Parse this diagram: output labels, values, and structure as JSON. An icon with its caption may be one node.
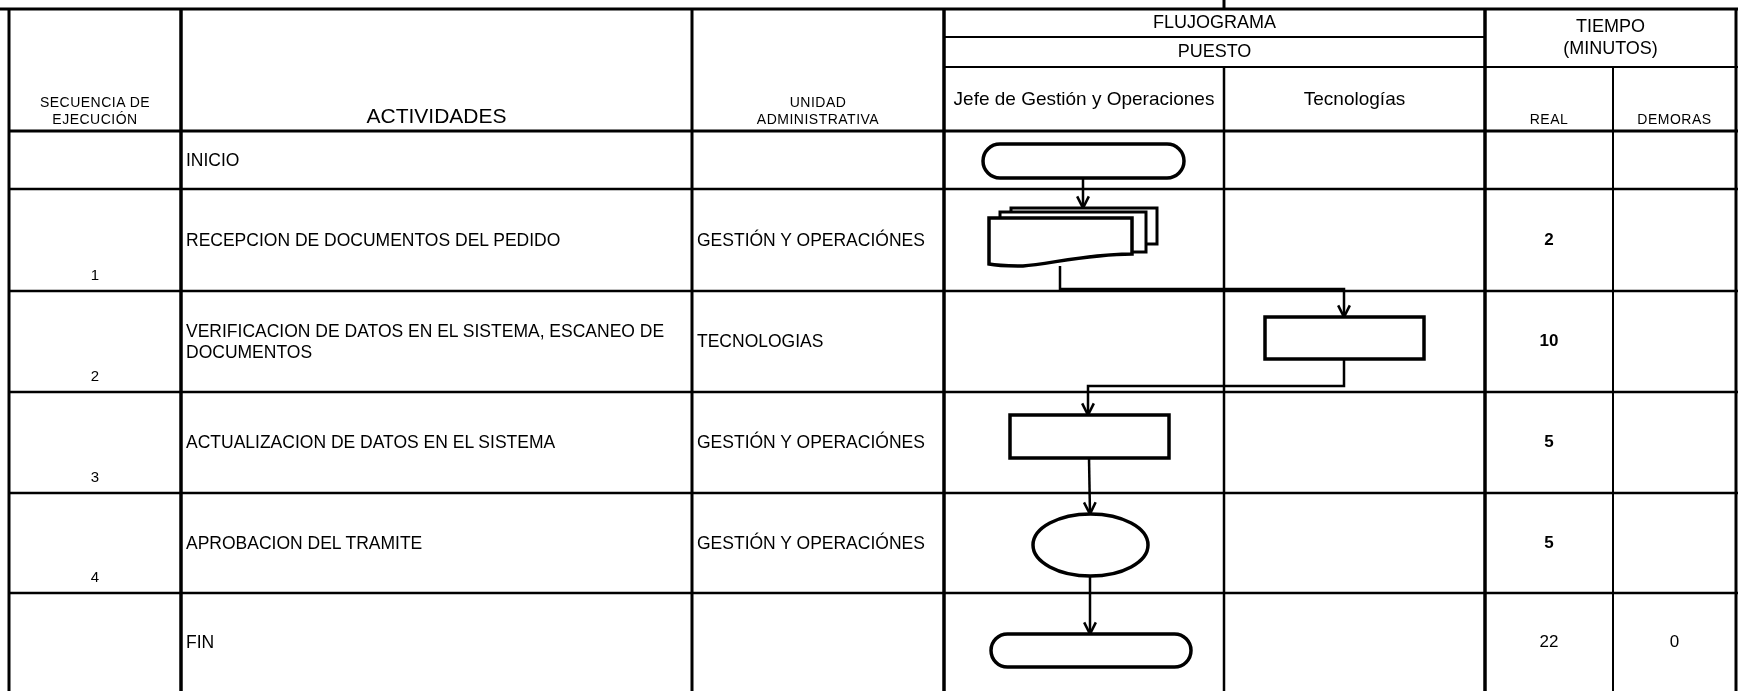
{
  "diagram": {
    "nodes": [
      {
        "text": [],
        "shape": "terminal"
      },
      {
        "text": [],
        "shape": "document"
      },
      {
        "text": [],
        "shape": "box"
      },
      {
        "text": [],
        "shape": "box"
      },
      {
        "text": [],
        "shape": "ellipse"
      },
      {
        "text": [],
        "shape": "terminal"
      }
    ],
    "edges": [
      {
        "from": 0,
        "to": 1,
        "arrow": "to"
      },
      {
        "from": 1,
        "to": 2,
        "arrow": "to"
      },
      {
        "from": 2,
        "to": 3,
        "arrow": "to"
      },
      {
        "from": 3,
        "to": 4,
        "arrow": "to"
      },
      {
        "from": 4,
        "to": 5,
        "arrow": "to"
      }
    ],
    "labels": [
      "FLUJOGRAMA",
      "TIEMPO (MINUTOS)",
      "PUESTO",
      "SECUENCIA DE EJECUCIÓN",
      "ACTIVIDADES",
      "UNIDAD ADMINISTRATIVA",
      "Jefe de Gestión y Operaciones",
      "Tecnologías",
      "REAL",
      "DEMORAS",
      "INICIO",
      "1",
      "RECEPCION DE DOCUMENTOS DEL PEDIDO",
      "GESTIÓN Y OPERACIÓNES",
      "2",
      "2",
      "VERIFICACION DE DATOS EN EL SISTEMA, ESCANEO DE DOCUMENTOS",
      "TECNOLOGIAS",
      "10",
      "3",
      "ACTUALIZACION DE DATOS EN EL SISTEMA",
      "GESTIÓN Y OPERACIÓNES",
      "5",
      "4",
      "APROBACION DEL TRAMITE",
      "GESTIÓN Y OPERACIÓNES",
      "5",
      "FIN",
      "22",
      "0"
    ]
  }
}
